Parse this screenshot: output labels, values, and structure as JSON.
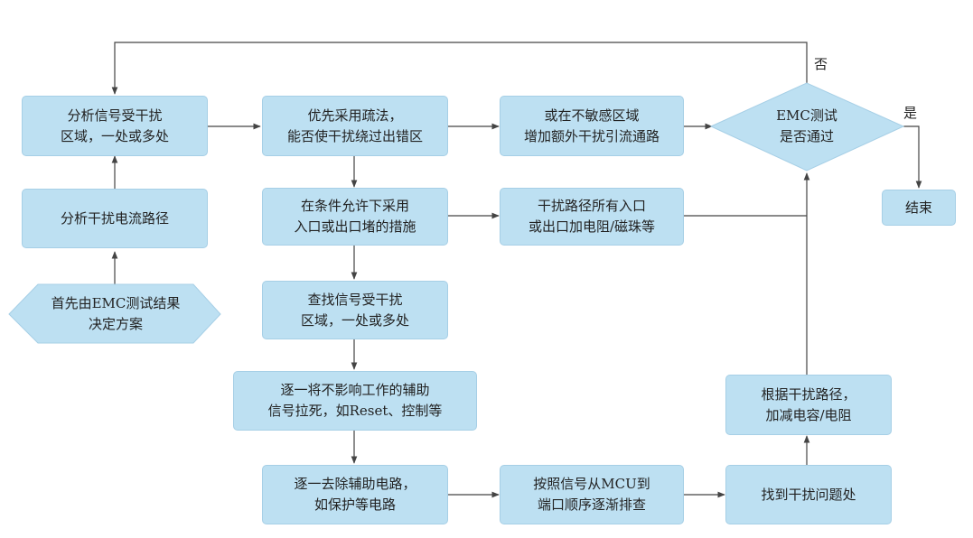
{
  "nodes": {
    "start": "首先由EMC测试结果\n决定方案",
    "analyze_path": "分析干扰电流路径",
    "analyze_area1": "分析信号受干扰\n区域，一处或多处",
    "prefer_drain": "优先采用疏法，\n能否使干扰绕过出错区",
    "insensitive_drain": "或在不敏感区域\n增加额外干扰引流通路",
    "block_io": "在条件允许下采用\n入口或出口堵的措施",
    "add_rc": "干扰路径所有入口\n或出口加电阻/磁珠等",
    "find_area2": "查找信号受干扰\n区域，一处或多处",
    "pull_dead": "逐一将不影响工作的辅助\n信号拉死，如Reset、控制等",
    "remove_aux": "逐一去除辅助电路，\n如保护等电路",
    "trace_mcu": "按照信号从MCU到\n端口顺序逐渐排查",
    "find_problem": "找到干扰问题处",
    "adjust_rc": "根据干扰路径，\n加减电容/电阻",
    "emc_test": "EMC测试\n是否通过",
    "end": "结束"
  },
  "edge_labels": {
    "no": "否",
    "yes": "是"
  },
  "colors": {
    "box_fill": "#bde0f2",
    "box_border": "#a6cfe6",
    "line": "#444444",
    "text": "#222222"
  }
}
